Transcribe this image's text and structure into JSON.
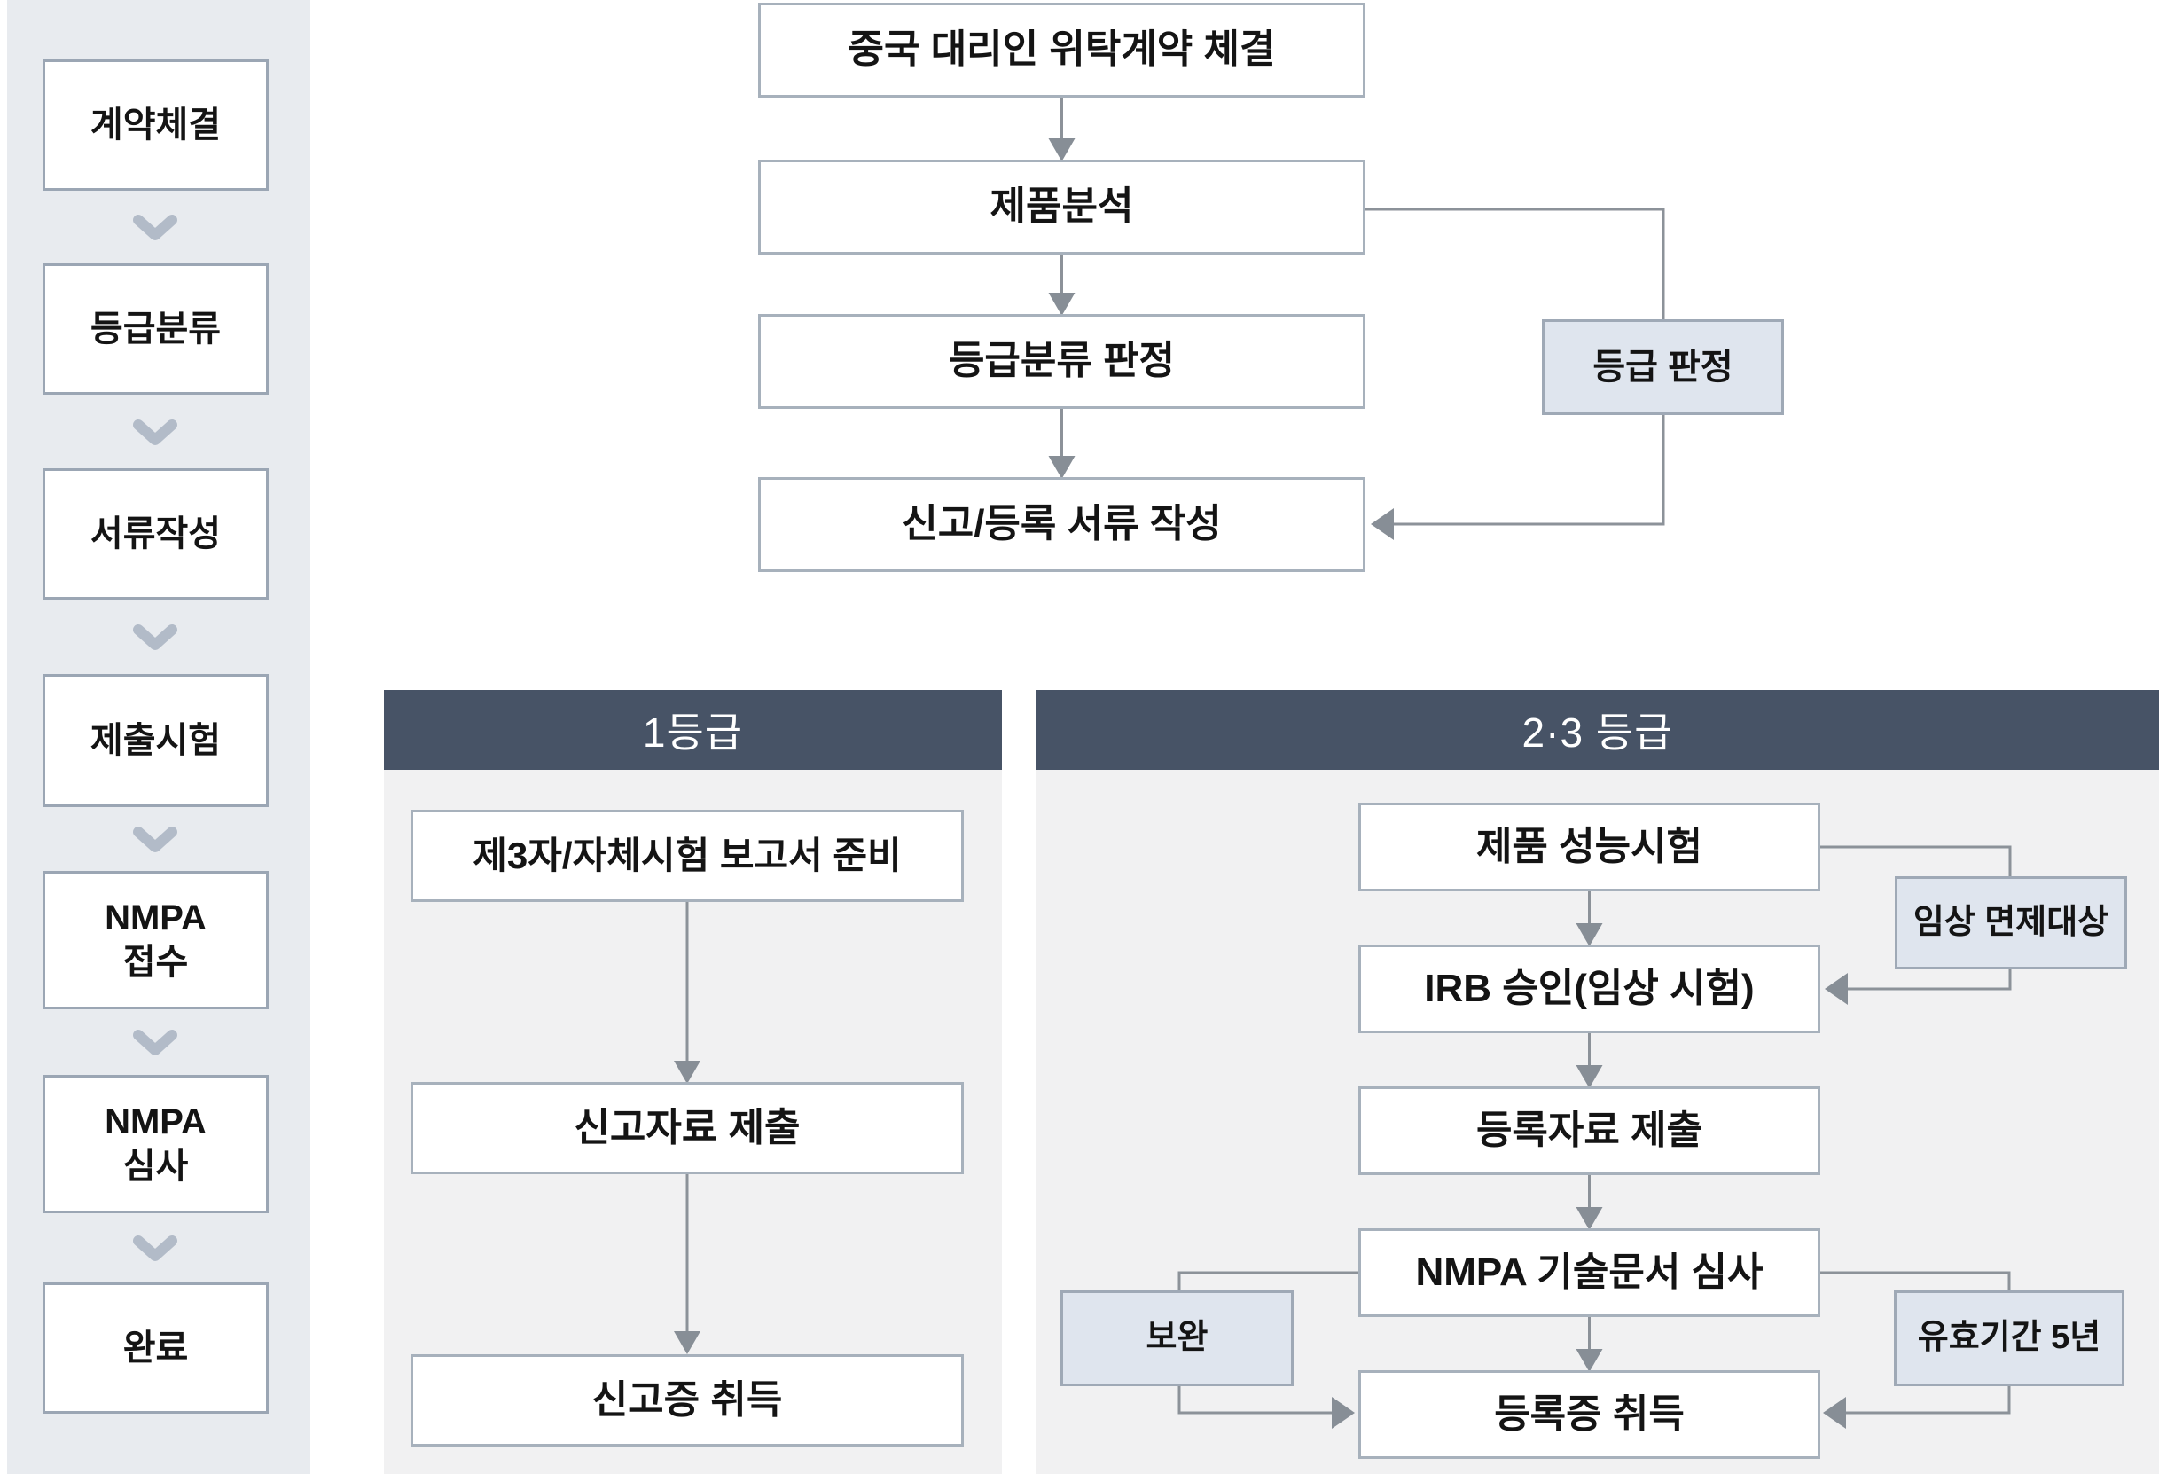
{
  "sidebar": {
    "items": [
      {
        "label": "계약체결"
      },
      {
        "label": "등급분류"
      },
      {
        "label": "서류작성"
      },
      {
        "label": "제출시험"
      },
      {
        "label": "NMPA 접수"
      },
      {
        "label": "NMPA 심사"
      },
      {
        "label": "완료"
      }
    ]
  },
  "top_flow": {
    "steps": [
      {
        "label": "중국 대리인 위탁계약 체결"
      },
      {
        "label": "제품분석"
      },
      {
        "label": "등급분류 판정"
      },
      {
        "label": "신고/등록 서류 작성"
      }
    ],
    "side_label": "등급 판정"
  },
  "grade1": {
    "title": "1등급",
    "steps": [
      {
        "label": "제3자/자체시험 보고서 준비"
      },
      {
        "label": "신고자료 제출"
      },
      {
        "label": "신고증 취득"
      }
    ]
  },
  "grade23": {
    "title": "2·3 등급",
    "steps": [
      {
        "label": "제품 성능시험"
      },
      {
        "label": "IRB 승인(임상 시험)"
      },
      {
        "label": "등록자료 제출"
      },
      {
        "label": "NMPA 기술문서 심사"
      },
      {
        "label": "등록증 취득"
      }
    ],
    "side_labels": {
      "clinical_exempt": "임상 면제대상",
      "supplement": "보완",
      "validity": "유효기간 5년"
    }
  },
  "colors": {
    "header_bg": "#475366",
    "panel_bg": "#f1f1f2",
    "sidebar_bg": "#e8ebef",
    "node_bg": "#ffffff",
    "node_border": "#a7b1bc",
    "side_node_bg": "#dfe5ee",
    "side_node_border": "#9fa9b6",
    "line": "#8c9299",
    "arrowhead": "#878e96",
    "chevron": "#b2bbc8",
    "text": "#141414",
    "header_text": "#ffffff"
  }
}
